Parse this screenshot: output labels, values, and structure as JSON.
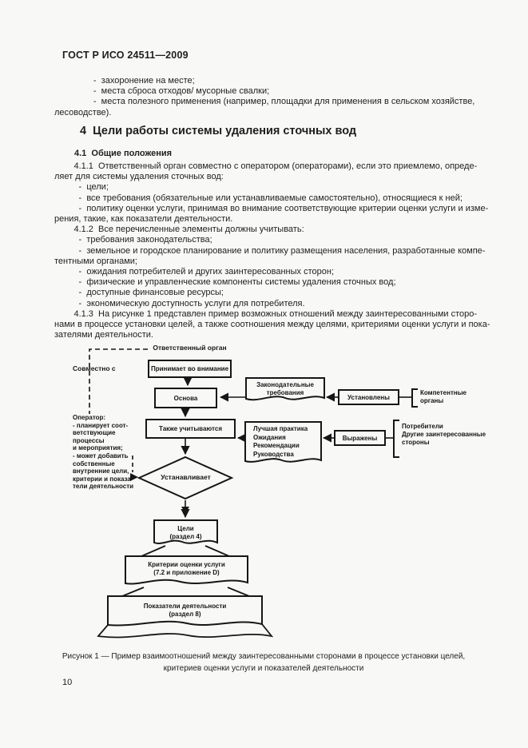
{
  "colors": {
    "page_bg": "#f8f8f7",
    "ink": "#1e1e1e"
  },
  "page": {
    "header": "ГОСТ Р ИСО 24511—2009",
    "page_number": "10"
  },
  "content": {
    "intro_lines": "                -  захоронение на месте;\n                -  места сброса отходов/ мусорные свалки;\n                -  места полезного применения (например, площадки для применения в сельском хозяйстве,\nлесоводстве).",
    "section_heading": "4  Цели работы системы удаления сточных вод",
    "sub_heading": "4.1  Общие положения",
    "paragraphs": "        4.1.1  Ответственный орган совместно с оператором (операторами), если это приемлемо, опреде-\nляет для системы удаления сточных вод:\n          -  цели;\n          -  все требования (обязательные или устанавливаемые самостоятельно), относящиеся к ней;\n          -  политику оценки услуги, принимая во внимание соответствующие критерии оценки услуги и изме-\nрения, такие, как показатели деятельности.\n        4.1.2  Все перечисленные элементы должны учитывать:\n          -  требования законодательства;\n          -  земельное и городское планирование и политику размещения населения, разработанные компе-\nтентными органами;\n          -  ожидания потребителей и других заинтересованных сторон;\n          -  физические и управленческие компоненты системы удаления сточных вод;\n          -  доступные финансовые ресурсы;\n          -  экономическую доступность услуги для потребителя.\n        4.1.3  На рисунке 1 представлен пример возможных отношений между заинтересованными сторо-\nнами в процессе установки целей, а также соотношения между целями, критериями оценки услуги и пока-\nзателями деятельности."
  },
  "figure": {
    "caption": "Рисунок 1 — Пример взаимоотношений между заинтересованными сторонами в процессе установки целей,\nкритериев оценки услуги и показателей деятельности",
    "nodes": {
      "responsible_body": "Ответственный орган",
      "jointly_with": "Совместно с",
      "operator_note": "Оператор:\n- планирует соот-\nветствующие\nпроцессы\nи мероприятия;\n- может добавить\nсобственные\nвнутренние цели,\nкритерии и показа-\nтели деятельности",
      "takes_into_account": "Принимает во внимание",
      "basis": "Основа",
      "also_considered": "Также учитываются",
      "legal_requirements": "Законодательные\nтребования",
      "established_by": "Установлены",
      "competent_authorities": "Компетентные\nорганы",
      "best_practice": "Лучшая практика\nОжидания\nРекомендации\nРуководства",
      "expressed_by": "Выражены",
      "consumers": "Потребители\nДругие заинтересованные\nстороны",
      "sets": "Устанавливает",
      "objectives": "Цели\n(раздел 4)",
      "criteria": "Критерии оценки услуги\n(7.2 и приложение D)",
      "indicators": "Показатели деятельности\n(раздел 8)"
    }
  }
}
